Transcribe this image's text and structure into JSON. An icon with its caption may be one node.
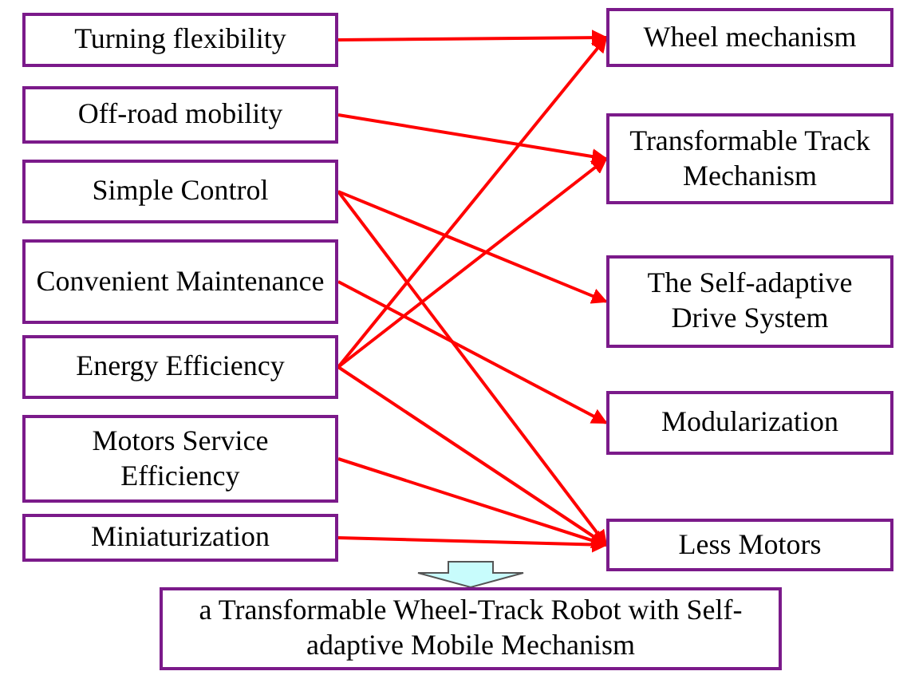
{
  "diagram": {
    "nodes": [
      {
        "text": [
          "Turning flexibility"
        ]
      },
      {
        "text": [
          "Off-road mobility"
        ]
      },
      {
        "text": [
          "Simple  Control"
        ]
      },
      {
        "text": [
          "Convenient Maintenance"
        ]
      },
      {
        "text": [
          "Energy Efficiency"
        ]
      },
      {
        "text": [
          "Motors Service Efficiency"
        ]
      },
      {
        "text": [
          "Miniaturization"
        ]
      },
      {
        "text": [
          "Wheel mechanism"
        ]
      },
      {
        "text": [
          "Transformable Track Mechanism"
        ]
      },
      {
        "text": [
          "The Self-adaptive Drive System"
        ]
      },
      {
        "text": [
          "Modularization"
        ]
      },
      {
        "text": [
          "Less Motors"
        ]
      },
      {
        "text": [
          "a Transformable Wheel-Track Robot with Self-adaptive Mobile Mechanism"
        ]
      }
    ],
    "edges": [
      {
        "from": 0,
        "to": 7,
        "arrow": "to"
      },
      {
        "from": 1,
        "to": 8,
        "arrow": "to"
      },
      {
        "from": 2,
        "to": 9,
        "arrow": "to"
      },
      {
        "from": 2,
        "to": 11,
        "arrow": "to"
      },
      {
        "from": 3,
        "to": 10,
        "arrow": "to"
      },
      {
        "from": 4,
        "to": 7,
        "arrow": "to"
      },
      {
        "from": 4,
        "to": 8,
        "arrow": "to"
      },
      {
        "from": 4,
        "to": 11,
        "arrow": "to"
      },
      {
        "from": 5,
        "to": 11,
        "arrow": "to"
      },
      {
        "from": 6,
        "to": 11,
        "arrow": "to"
      },
      {
        "from": null,
        "to": 12,
        "arrow": "to",
        "style": "thick",
        "color": "#c8fcfc"
      }
    ]
  }
}
